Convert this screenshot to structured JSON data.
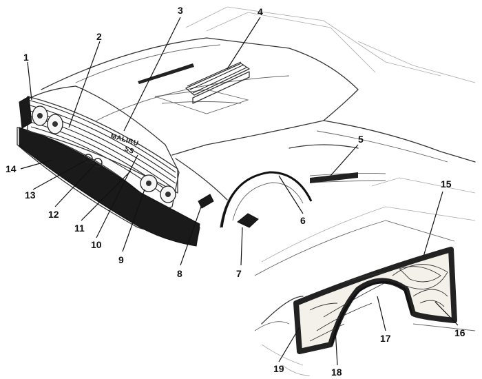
{
  "diagram": {
    "callouts": [
      {
        "id": "1"
      },
      {
        "id": "2"
      },
      {
        "id": "3"
      },
      {
        "id": "4"
      },
      {
        "id": "5"
      },
      {
        "id": "6"
      },
      {
        "id": "7"
      },
      {
        "id": "8"
      },
      {
        "id": "9"
      },
      {
        "id": "10"
      },
      {
        "id": "11"
      },
      {
        "id": "12"
      },
      {
        "id": "13"
      },
      {
        "id": "14"
      },
      {
        "id": "15"
      },
      {
        "id": "16"
      },
      {
        "id": "17"
      },
      {
        "id": "18"
      },
      {
        "id": "19"
      }
    ],
    "emblems": {
      "hood_nameplate": "MALIBU",
      "grille_nameplate": "SS"
    }
  }
}
